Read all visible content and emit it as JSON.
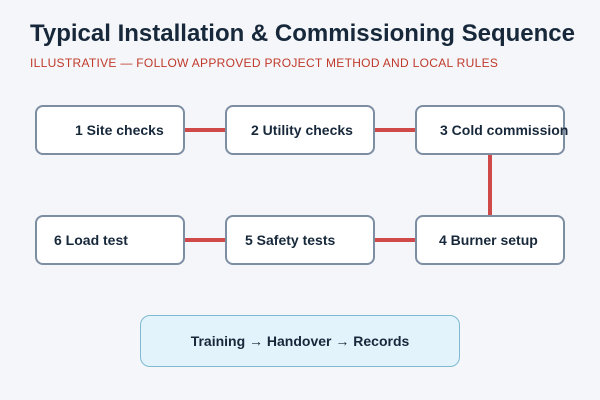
{
  "header": {
    "title": "Typical Installation & Commissioning Sequence",
    "subtitle": "ILLUSTRATIVE — FOLLOW APPROVED PROJECT METHOD AND LOCAL RULES"
  },
  "steps": [
    {
      "label": "1 Site checks"
    },
    {
      "label": "2 Utility checks"
    },
    {
      "label": "3 Cold commission"
    },
    {
      "label": "4 Burner setup"
    },
    {
      "label": "5 Safety tests"
    },
    {
      "label": "6 Load test"
    }
  ],
  "footer": {
    "label": "Training → Handover → Records"
  },
  "colors": {
    "title": "#17283b",
    "subtitle": "#c0392b",
    "connector": "#d14a4a",
    "box_border": "#7d8ea3",
    "footer_fill": "#e3f3fb",
    "footer_border": "#7fb9d2"
  }
}
